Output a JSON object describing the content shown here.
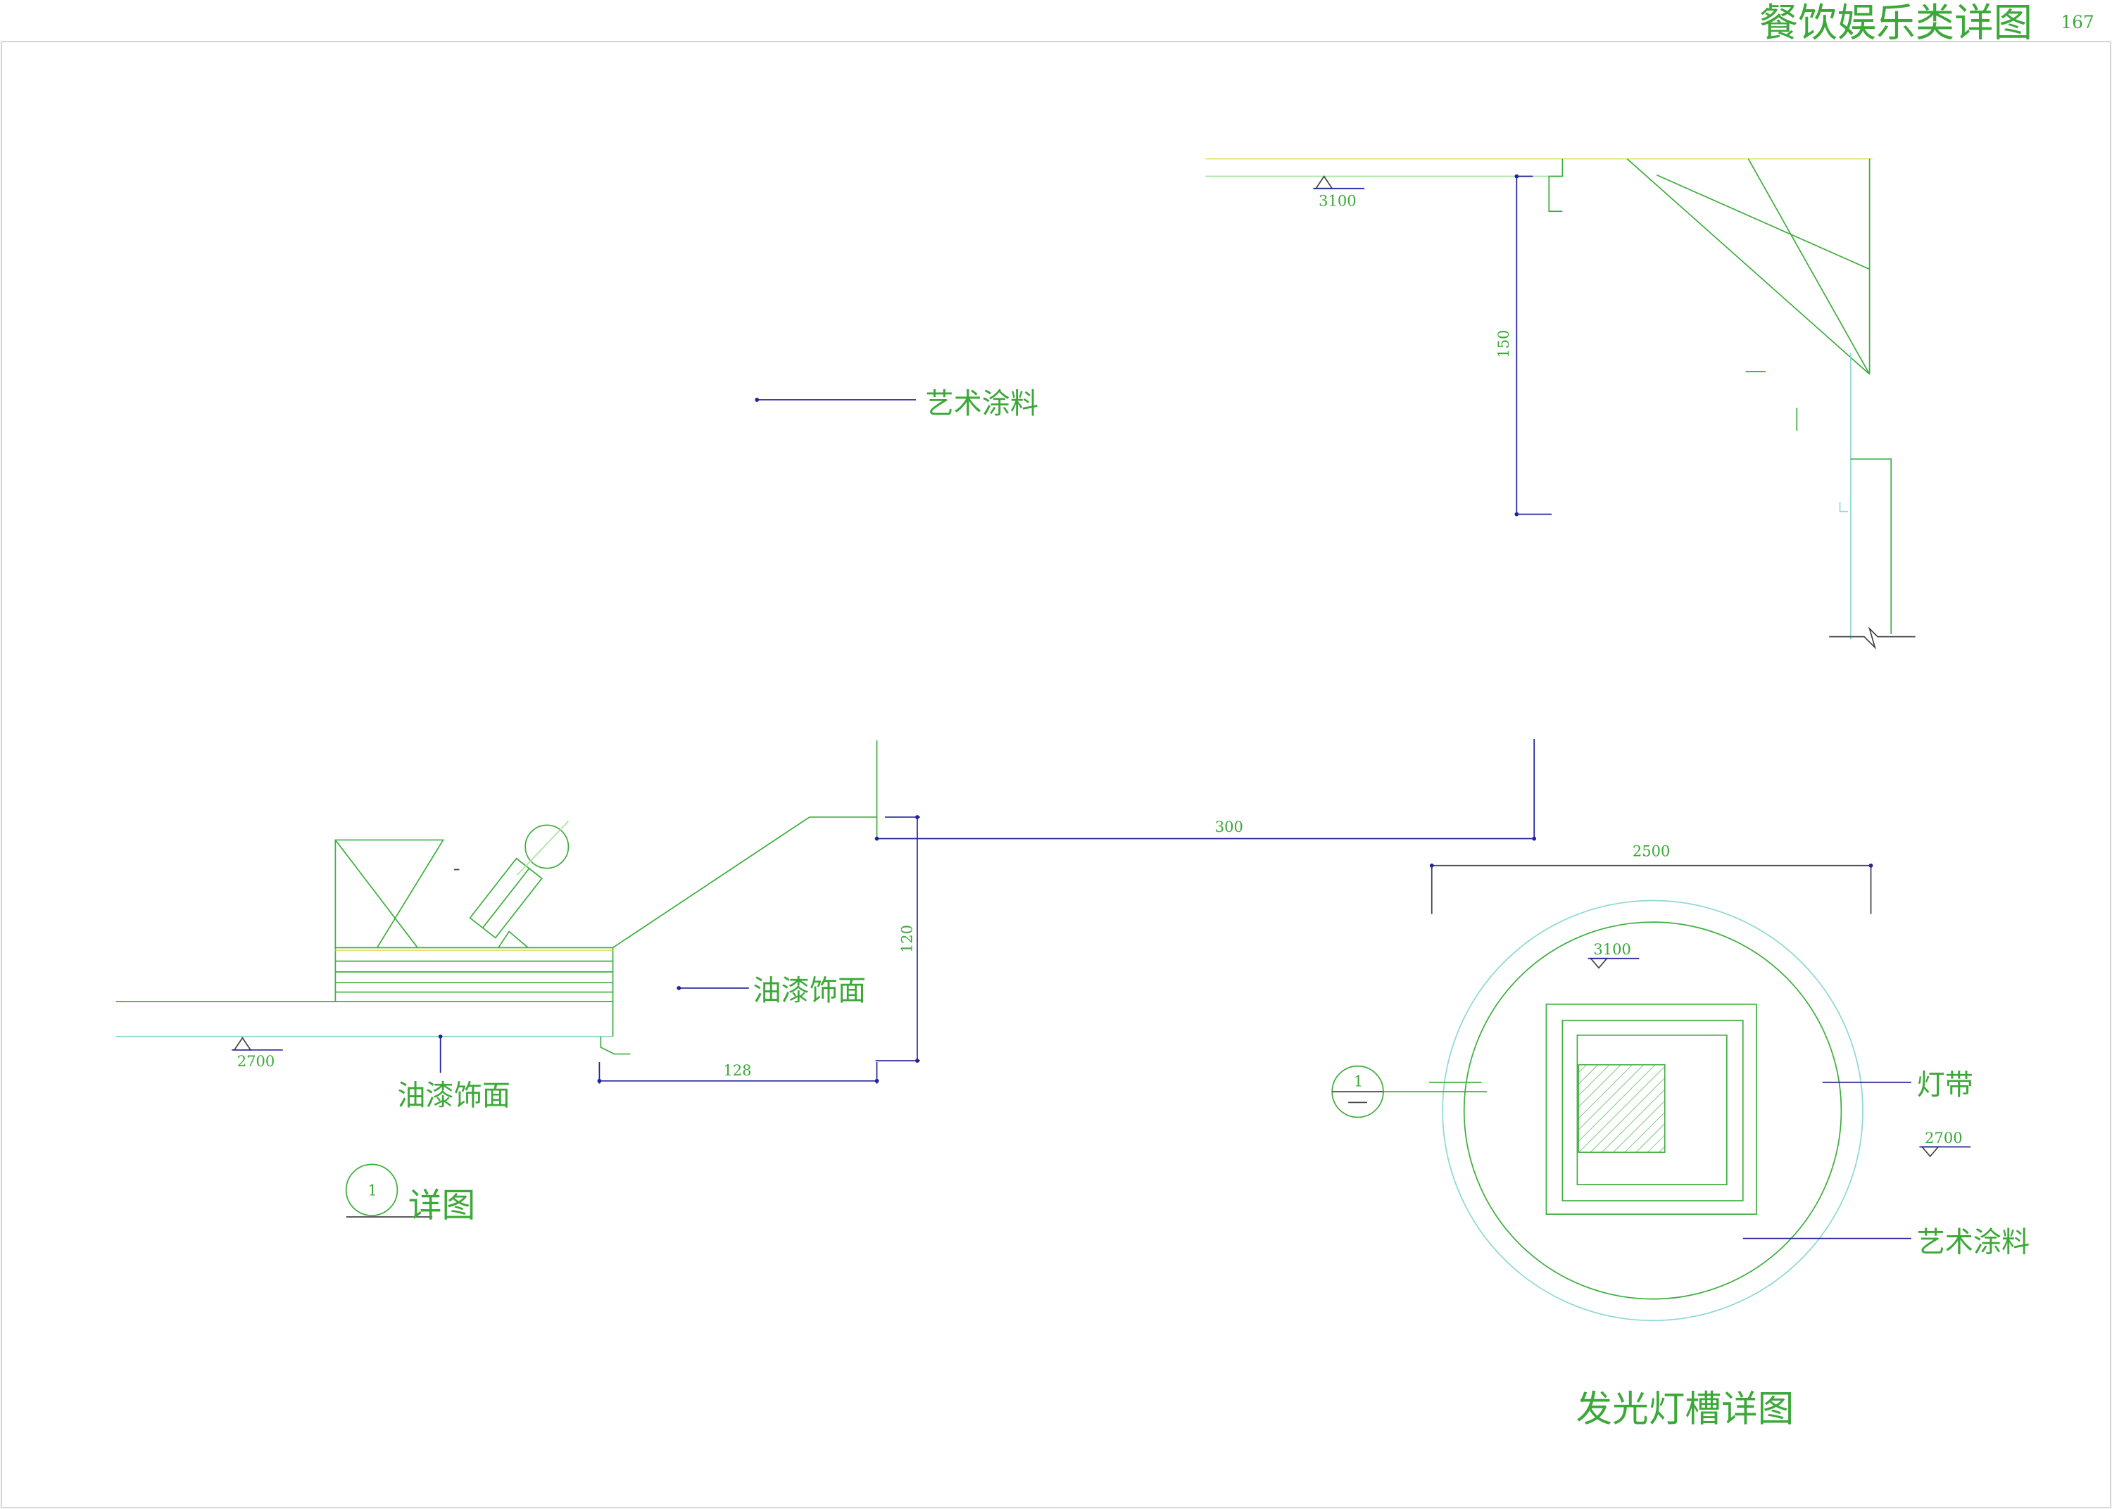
{
  "sheet": {
    "title": "餐饮娱乐类详图",
    "page_number": "167"
  },
  "labels": {
    "art_coating_top": "艺术涂料",
    "paint_finish_middle": "油漆饰面",
    "paint_finish_bottom": "油漆饰面",
    "detail_caption": "详图",
    "light_strip": "灯带",
    "art_coating_plan": "艺术涂料",
    "light_trough_caption": "发光灯槽详图"
  },
  "markers": {
    "detail_index": "1",
    "plan_section_index": "1"
  },
  "levels": {
    "top_right": "3100",
    "bottom_left": "2700",
    "plan_top": "3100",
    "plan_right": "2700"
  },
  "dimensions": {
    "vertical_top": "150",
    "horizontal_middle": "300",
    "vertical_middle": "120",
    "horizontal_bottom": "128",
    "plan_width": "2500"
  },
  "colors": {
    "line_green": "#3fae3f",
    "light_green": "#a6e6a0",
    "dimension_blue": "#22229a",
    "cyan": "#8ed8d4",
    "yellow": "#e4e26a"
  }
}
